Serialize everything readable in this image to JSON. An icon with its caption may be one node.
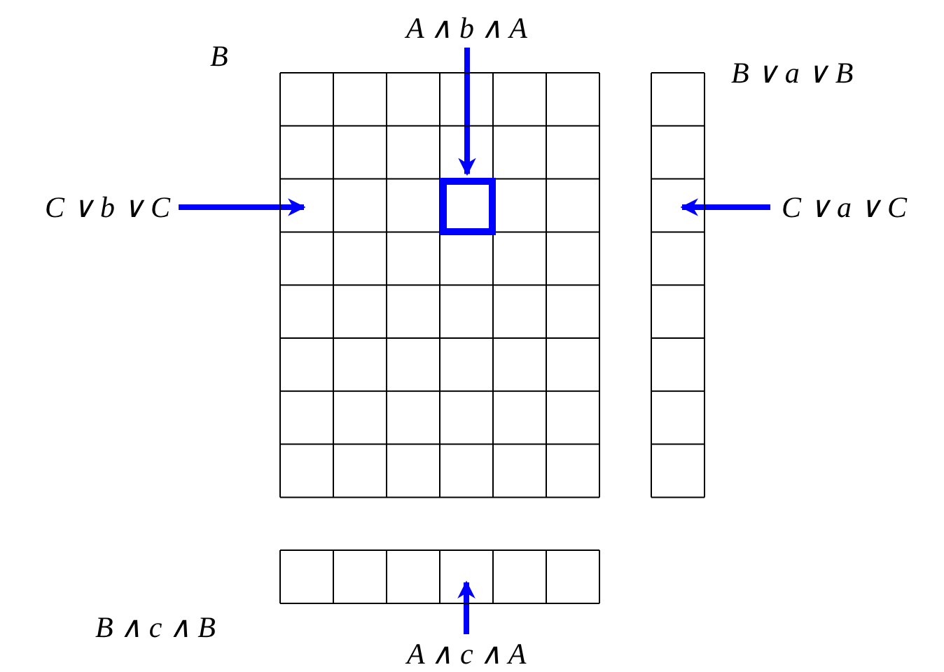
{
  "diagram": {
    "nodes": [
      {
        "text": [
          "B"
        ]
      },
      {
        "text": [],
        "shape": "box",
        "in": 0
      },
      {
        "text": [
          "B ∨ a ∨ B"
        ]
      },
      {
        "text": [
          "B ∧ c ∧ B"
        ]
      },
      {
        "text": [
          "A ∧ b ∧ A"
        ]
      },
      {
        "text": [
          "C ∨ b ∨ C"
        ]
      },
      {
        "text": [
          "C ∨ a ∨ C"
        ]
      },
      {
        "text": [
          "A ∧ c ∧ A"
        ]
      }
    ],
    "edges": [
      {
        "from": 4,
        "to": 1,
        "arrow": "to"
      },
      {
        "from": 5,
        "to": 0,
        "arrow": "to"
      },
      {
        "from": 6,
        "to": 2,
        "arrow": "to"
      },
      {
        "from": 7,
        "to": 3,
        "arrow": "to"
      }
    ]
  }
}
